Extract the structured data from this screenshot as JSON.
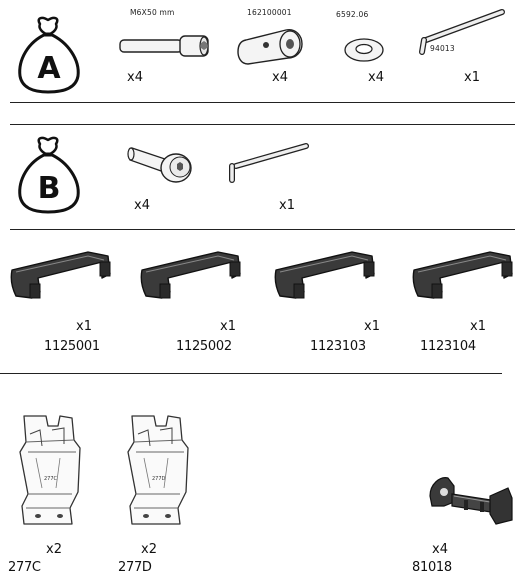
{
  "section_a": {
    "bag_label": "A",
    "items": [
      {
        "name": "bolt",
        "label": "M6X50 mm",
        "qty": "x4"
      },
      {
        "name": "barrel-nut",
        "label": "162100001",
        "qty": "x4"
      },
      {
        "name": "washer",
        "label": "6592.06",
        "qty": "x4"
      },
      {
        "name": "allen-key",
        "label": "94013",
        "qty": "x1"
      }
    ]
  },
  "section_b": {
    "bag_label": "B",
    "items": [
      {
        "name": "button-head-bolt",
        "qty": "x4"
      },
      {
        "name": "allen-key",
        "qty": "x1"
      }
    ]
  },
  "section_c": {
    "items": [
      {
        "name": "end-cover",
        "qty": "x1",
        "code": "1125001"
      },
      {
        "name": "end-cover",
        "qty": "x1",
        "code": "1125002"
      },
      {
        "name": "end-cover",
        "qty": "x1",
        "code": "1123103"
      },
      {
        "name": "end-cover",
        "qty": "x1",
        "code": "1123104"
      }
    ]
  },
  "section_d": {
    "items": [
      {
        "name": "bracket",
        "qty": "x2",
        "code": "277C",
        "stamp": "277C"
      },
      {
        "name": "bracket",
        "qty": "x2",
        "code": "277D",
        "stamp": "277D"
      },
      {
        "name": "clamp-block",
        "qty": "x4",
        "code": "81018"
      }
    ]
  }
}
